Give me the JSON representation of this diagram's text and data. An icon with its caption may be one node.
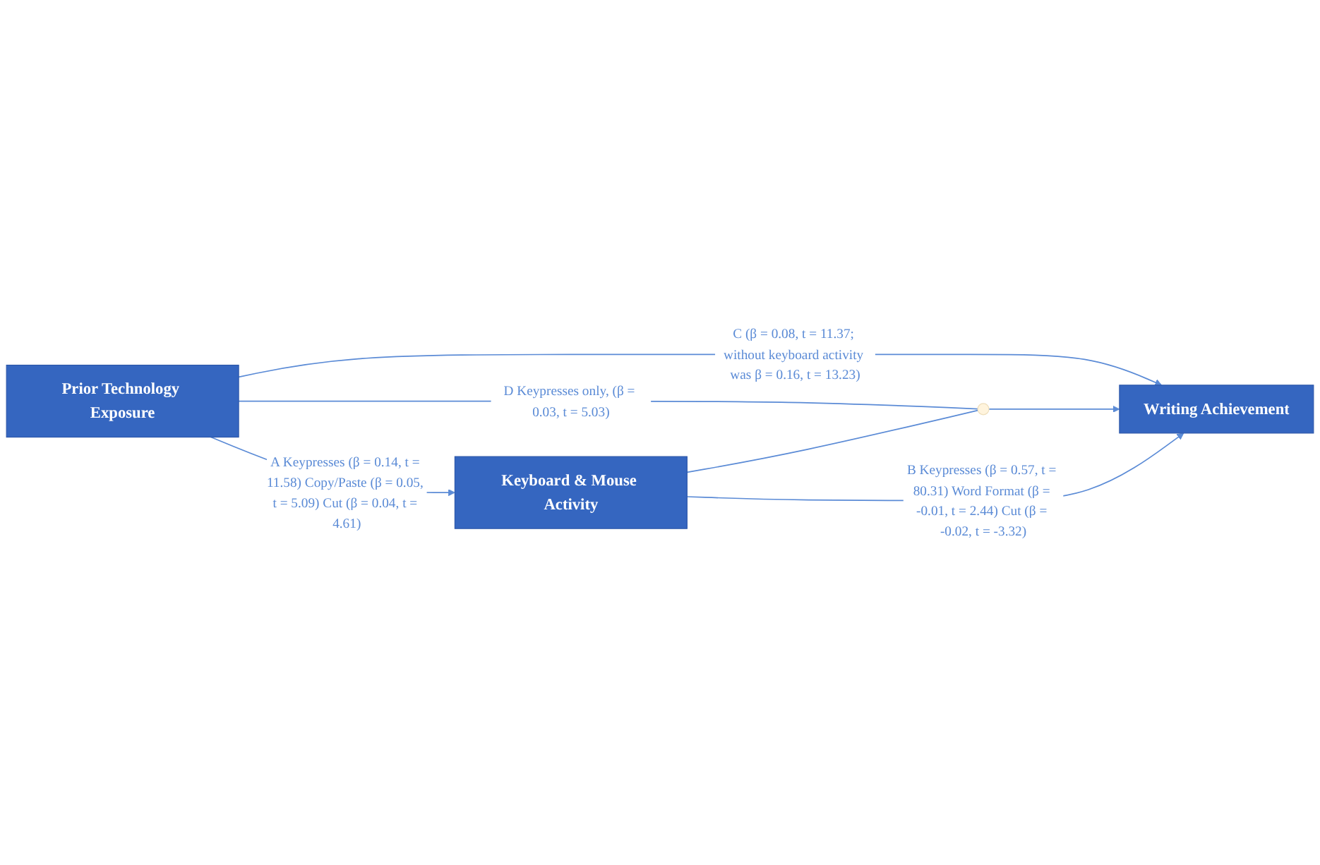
{
  "diagram": {
    "nodes": [
      {
        "text": [
          "Prior Technology Exposure"
        ]
      },
      {
        "text": [
          "Writing Achievement"
        ]
      },
      {
        "text": [],
        "shape": "circle"
      },
      {
        "text": [
          "Keyboard & Mouse Activity"
        ]
      }
    ],
    "edges": [
      {
        "from": 0,
        "to": 1,
        "arrow": "to",
        "label": "C (β = 0.08, t = 11.37; without keyboard activity was β = 0.16, t = 13.23)"
      },
      {
        "from": 0,
        "to": 2,
        "arrow": "none",
        "label": "D Keypresses only, (β = 0.03, t = 5.03)"
      },
      {
        "from": 2,
        "to": 1,
        "arrow": "to"
      },
      {
        "from": 3,
        "to": 2,
        "arrow": "none"
      },
      {
        "from": 0,
        "to": 3,
        "arrow": "to",
        "label": "A Keypresses (β = 0.14, t = 11.58) Copy/Paste (β = 0.05, t = 5.09) Cut (β = 0.04, t = 4.61)"
      },
      {
        "from": 3,
        "to": 1,
        "arrow": "to",
        "label": "B Keypresses (β = 0.57, t = 80.31) Word Format (β = -0.01, t = 2.44) Cut (β = -0.02, t = -3.32)"
      }
    ]
  }
}
